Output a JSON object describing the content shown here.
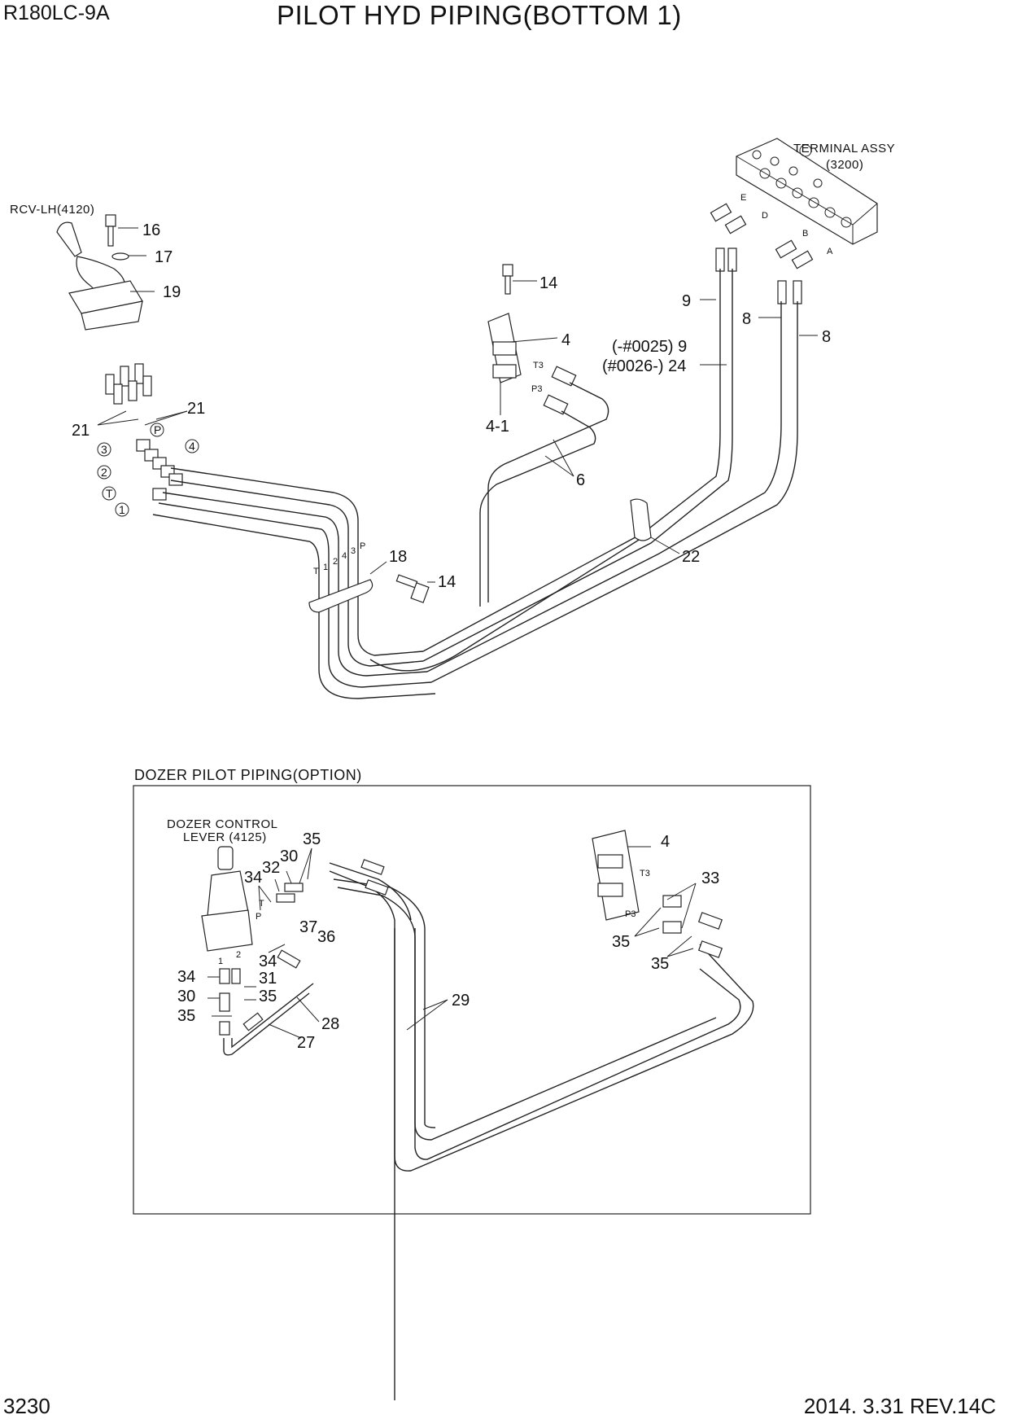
{
  "header": {
    "model": "R180LC-9A",
    "title": "PILOT HYD PIPING(BOTTOM 1)"
  },
  "footer": {
    "page_number": "3230",
    "revision": "2014. 3.31  REV.14C"
  },
  "top_diagram": {
    "terminal_assy": "TERMINAL ASSY",
    "terminal_assy_ref": "(3200)",
    "rcv_lh": "RCV-LH(4120)",
    "port_letters": [
      "E",
      "D",
      "B",
      "A"
    ],
    "port_tags": [
      "T3",
      "P3"
    ],
    "hose_tags": [
      "T",
      "1",
      "2",
      "4",
      "3",
      "P"
    ],
    "circled_ports": [
      "P",
      "3",
      "4",
      "2",
      "T",
      "1"
    ],
    "serial_notes": [
      "(-#0025) 9",
      "(#0026-) 24"
    ],
    "callouts": [
      "16",
      "17",
      "19",
      "21",
      "21",
      "14",
      "4",
      "4-1",
      "9",
      "8",
      "8",
      "6",
      "18",
      "14",
      "22"
    ]
  },
  "dozer_diagram": {
    "title": "DOZER PILOT PIPING(OPTION)",
    "lever_label_1": "DOZER CONTROL",
    "lever_label_2": "LEVER (4125)",
    "port_tags": [
      "T",
      "P",
      "1",
      "2",
      "T3",
      "P3"
    ],
    "callouts": [
      "35",
      "30",
      "32",
      "34",
      "37",
      "36",
      "34",
      "34",
      "31",
      "30",
      "35",
      "35",
      "28",
      "27",
      "29",
      "4",
      "33",
      "35",
      "35"
    ]
  }
}
